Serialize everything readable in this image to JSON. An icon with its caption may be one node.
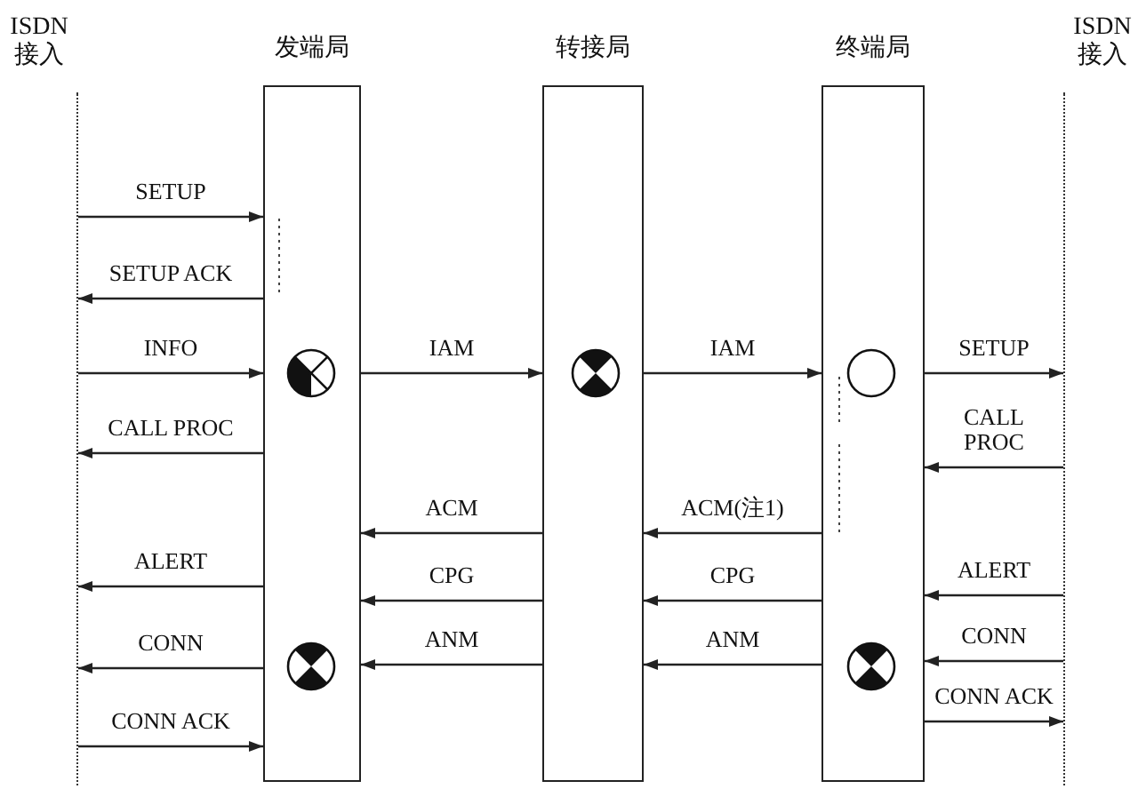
{
  "diagram": {
    "nodes": [
      {
        "text": [
          "ISDN 接入"
        ]
      },
      {
        "text": [
          "发端局"
        ]
      },
      {
        "text": [
          "转接局"
        ]
      },
      {
        "text": [
          "终端局"
        ]
      },
      {
        "text": [
          "ISDN 接入"
        ]
      }
    ],
    "edges": [
      {
        "from": 0,
        "to": 1,
        "arrow": "to",
        "label": "SETUP"
      },
      {
        "from": 1,
        "to": 0,
        "arrow": "to",
        "label": "SETUP ACK"
      },
      {
        "from": 0,
        "to": 1,
        "arrow": "to",
        "label": "INFO"
      },
      {
        "from": 1,
        "to": 2,
        "arrow": "to",
        "label": "IAM"
      },
      {
        "from": 2,
        "to": 3,
        "arrow": "to",
        "label": "IAM"
      },
      {
        "from": 3,
        "to": 4,
        "arrow": "to",
        "label": "SETUP"
      },
      {
        "from": 1,
        "to": 0,
        "arrow": "to",
        "label": "CALL PROC"
      },
      {
        "from": 4,
        "to": 3,
        "arrow": "to",
        "label": "CALL PROC"
      },
      {
        "from": 2,
        "to": 1,
        "arrow": "to",
        "label": "ACM"
      },
      {
        "from": 3,
        "to": 2,
        "arrow": "to",
        "label": "ACM(注1)"
      },
      {
        "from": 1,
        "to": 0,
        "arrow": "to",
        "label": "ALERT"
      },
      {
        "from": 4,
        "to": 3,
        "arrow": "to",
        "label": "ALERT"
      },
      {
        "from": 2,
        "to": 1,
        "arrow": "to",
        "label": "CPG"
      },
      {
        "from": 3,
        "to": 2,
        "arrow": "to",
        "label": "CPG"
      },
      {
        "from": 4,
        "to": 3,
        "arrow": "to",
        "label": "CONN"
      },
      {
        "from": 1,
        "to": 0,
        "arrow": "to",
        "label": "CONN"
      },
      {
        "from": 2,
        "to": 1,
        "arrow": "to",
        "label": "ANM"
      },
      {
        "from": 3,
        "to": 2,
        "arrow": "to",
        "label": "ANM"
      },
      {
        "from": 3,
        "to": 4,
        "arrow": "to",
        "label": "CONN ACK"
      },
      {
        "from": 0,
        "to": 1,
        "arrow": "to",
        "label": "CONN ACK"
      }
    ]
  }
}
